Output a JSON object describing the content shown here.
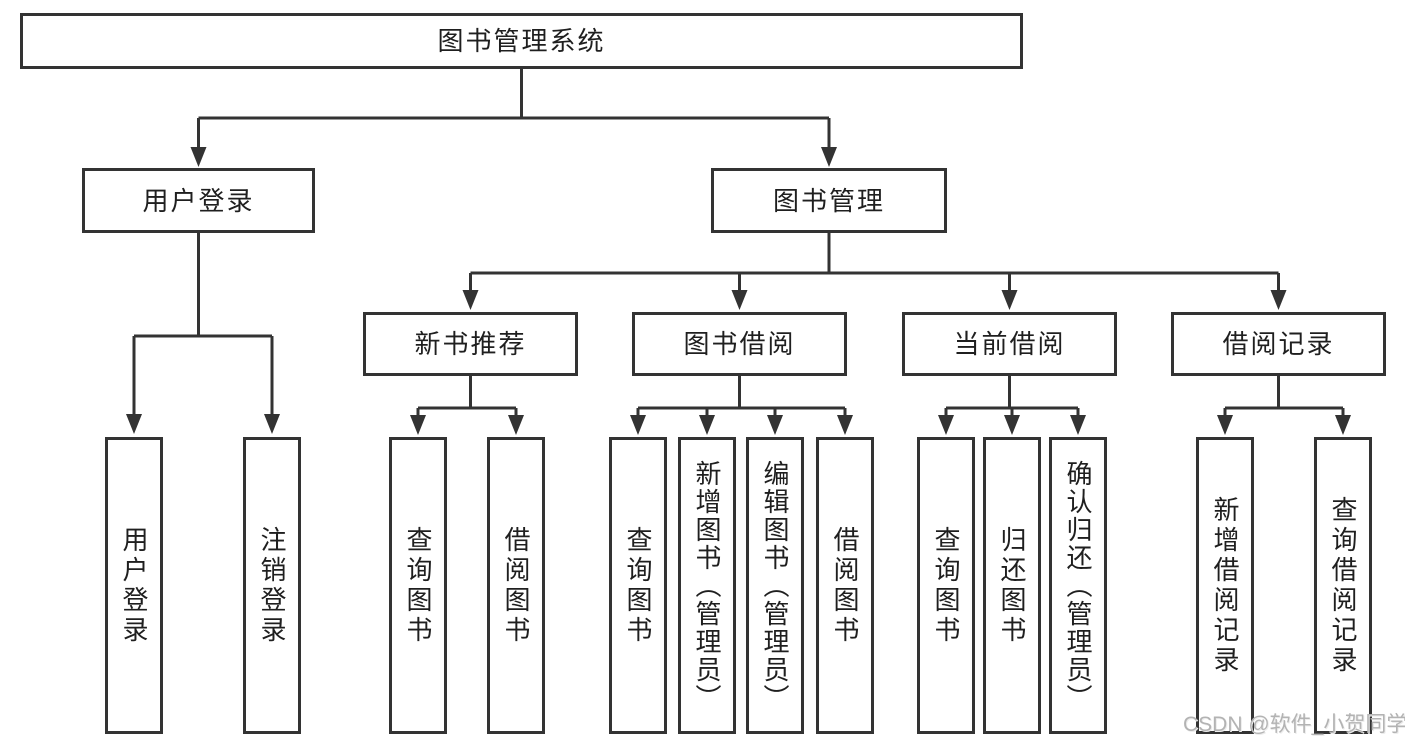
{
  "nodes": {
    "root": "图书管理系统",
    "user_login": "用户登录",
    "book_mgmt": "图书管理",
    "new_book_rec": "新书推荐",
    "book_borrow": "图书借阅",
    "current_borrow": "当前借阅",
    "borrow_records": "借阅记录",
    "leaf_user_login": "用户登录",
    "leaf_logout": "注销登录",
    "rec_query_books": "查询图书",
    "rec_borrow_books": "借阅图书",
    "bb_query_books": "查询图书",
    "bb_add_books_admin": "新增图书（管理员）",
    "bb_edit_books_admin": "编辑图书（管理员）",
    "bb_borrow_books": "借阅图书",
    "cb_query_books": "查询图书",
    "cb_return_books": "归还图书",
    "cb_confirm_return_admin": "确认归还（管理员）",
    "br_add_record": "新增借阅记录",
    "br_query_record": "查询借阅记录"
  },
  "watermark": "CSDN @软件_小贺同学",
  "colors": {
    "line": "#333333",
    "text": "#1f1f1f",
    "watermark": "#b3b3b3"
  }
}
